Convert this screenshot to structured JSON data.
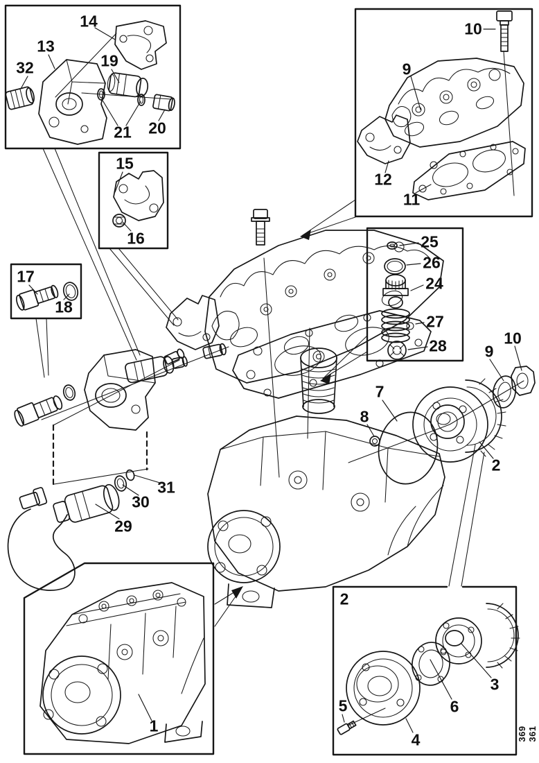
{
  "figure": {
    "type": "exploded-parts-diagram",
    "drawing_number": "369 361"
  },
  "callouts": {
    "c14": "14",
    "c13": "13",
    "c32": "32",
    "c19": "19",
    "c21": "21",
    "c20": "20",
    "c15": "15",
    "c16": "16",
    "c10a": "10",
    "c9a": "9",
    "c12": "12",
    "c11": "11",
    "c25": "25",
    "c26": "26",
    "c24": "24",
    "c27": "27",
    "c28": "28",
    "c17": "17",
    "c18": "18",
    "c7": "7",
    "c8": "8",
    "c9b": "9",
    "c10b": "10",
    "c2a": "2",
    "c31": "31",
    "c30": "30",
    "c29": "29",
    "c1": "1",
    "c2b": "2",
    "c3": "3",
    "c6": "6",
    "c5": "5",
    "c4": "4"
  }
}
